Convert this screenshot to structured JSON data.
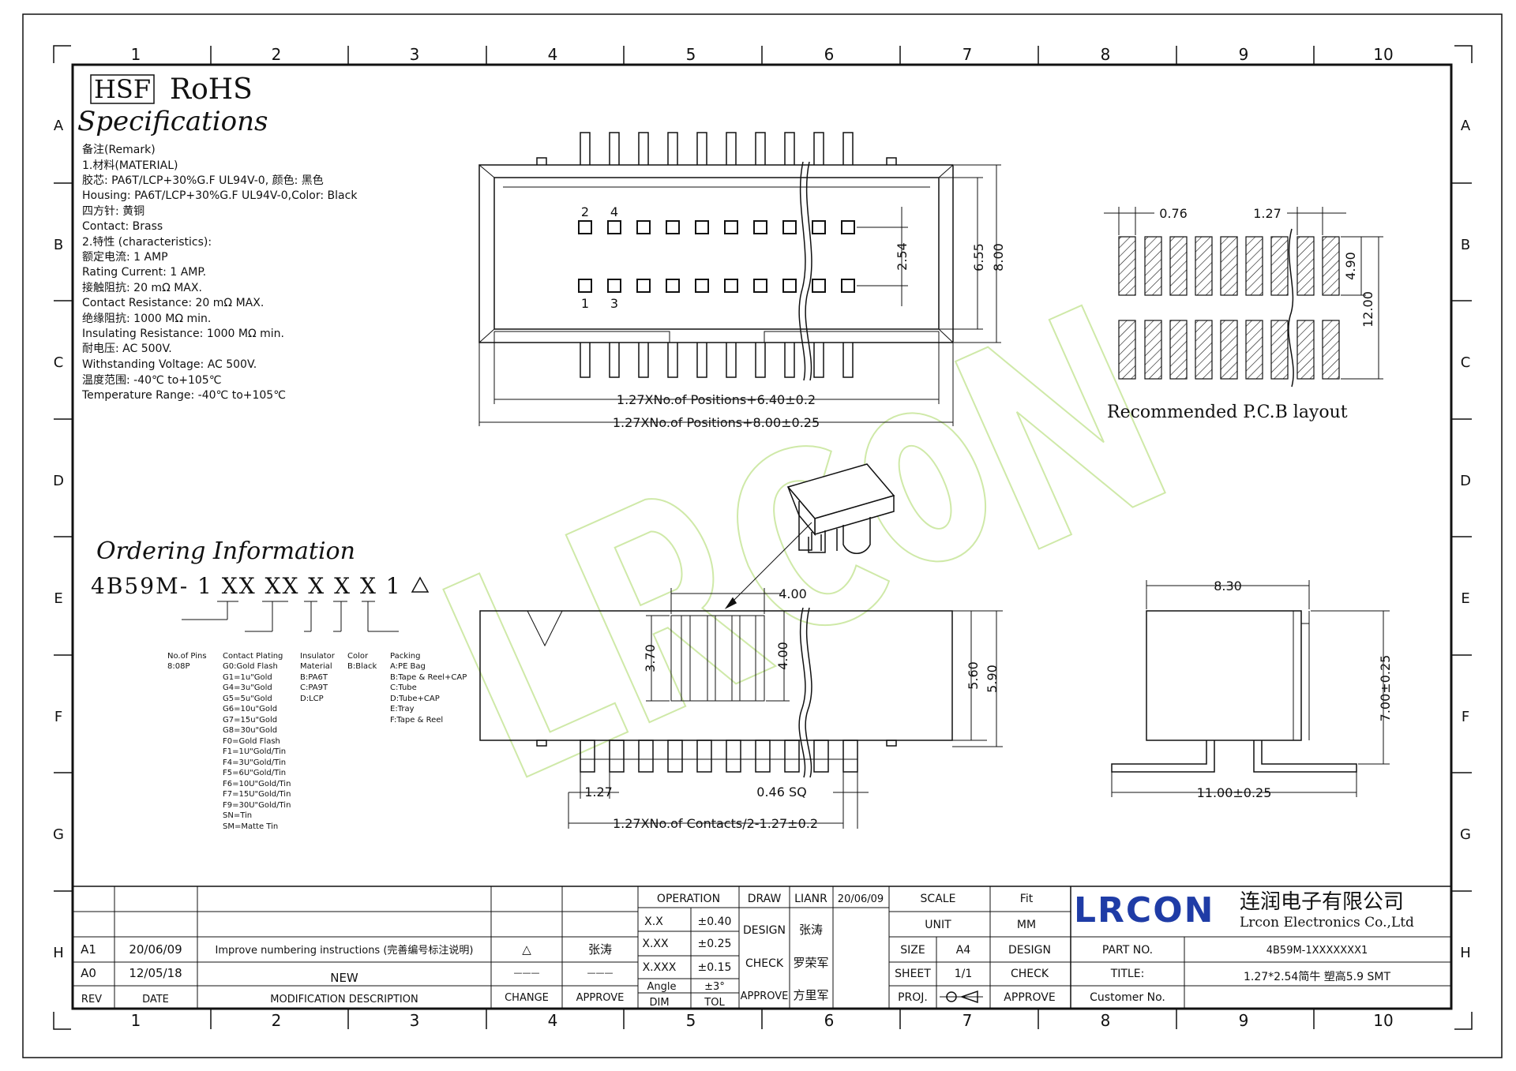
{
  "frame": {
    "columns": [
      "1",
      "2",
      "3",
      "4",
      "5",
      "6",
      "7",
      "8",
      "9",
      "10"
    ],
    "rows": [
      "A",
      "B",
      "C",
      "D",
      "E",
      "F",
      "G",
      "H"
    ]
  },
  "header": {
    "hsf": "HSF",
    "rohs": "RoHS",
    "spec_title": "Specifications"
  },
  "specs": [
    "备注(Remark)",
    "1.材料(MATERIAL)",
    "胶芯: PA6T/LCP+30%G.F UL94V-0, 颜色: 黑色",
    "Housing: PA6T/LCP+30%G.F UL94V-0,Color: Black",
    "四方针: 黄铜",
    "Contact: Brass",
    "2.特性 (characteristics):",
    "额定电流: 1 AMP",
    "Rating Current: 1 AMP.",
    "接触阻抗: 20 mΩ MAX.",
    "Contact Resistance: 20 mΩ MAX.",
    "绝缘阻抗: 1000 MΩ min.",
    "Insulating Resistance: 1000 MΩ  min.",
    "耐电压: AC 500V.",
    "Withstanding Voltage: AC 500V.",
    "温度范围: -40℃ to+105℃",
    "Temperature Range: -40℃ to+105℃"
  ],
  "top_view": {
    "pin_labels_top": [
      "2",
      "4"
    ],
    "pin_labels_bottom": [
      "1",
      "3"
    ],
    "dim_row_pitch": "2.54",
    "dim_inner": "6.55",
    "dim_outer": "8.00",
    "dim_len_inner": "1.27XNo.of Positions+6.40±0.2",
    "dim_len_outer": "1.27XNo.of Positions+8.00±0.25"
  },
  "pcb_layout": {
    "dim_pad_width": "0.76",
    "dim_pitch": "1.27",
    "dim_pad_length": "4.90",
    "dim_span": "12.00",
    "caption": "Recommended P.C.B layout"
  },
  "ordering": {
    "title": "Ordering Information",
    "part_code": "4B59M- 1 XX XX X X X 1",
    "legend_pins": [
      "No.of Pins",
      "8:08P"
    ],
    "legend_plating": [
      "Contact Plating",
      "G0:Gold Flash",
      "G1=1u\"Gold",
      "G4=3u\"Gold",
      "G5=5u\"Gold",
      "G6=10u\"Gold",
      "G7=15u\"Gold",
      "G8=30u\"Gold",
      "F0=Gold Flash",
      "F1=1U\"Gold/Tin",
      "F4=3U\"Gold/Tin",
      "F5=6U\"Gold/Tin",
      "F6=10U\"Gold/Tin",
      "F7=15U\"Gold/Tin",
      "F9=30U\"Gold/Tin",
      "SN=Tin",
      "SM=Matte Tin"
    ],
    "legend_insulator": [
      "Insulator",
      "Material",
      "B:PA6T",
      "C:PA9T",
      "D:LCP"
    ],
    "legend_color": [
      "Color",
      "B:Black"
    ],
    "legend_packing": [
      "Packing",
      "A:PE Bag",
      "B:Tape & Reel+CAP",
      "C:Tube",
      "D:Tube+CAP",
      "E:Tray",
      "F:Tape & Reel"
    ]
  },
  "front_view": {
    "dim_cap_width": "4.00",
    "dim_3_70": "3.70",
    "dim_4_00": "4.00",
    "dim_5_60": "5.60",
    "dim_5_90": "5.90",
    "dim_pitch": "1.27",
    "dim_pin_sq": "0.46 SQ",
    "dim_len": "1.27XNo.of Contacts/2-1.27±0.2"
  },
  "side_view": {
    "dim_top": "8.30",
    "dim_height": "7.00±0.25",
    "dim_bottom": "11.00±0.25"
  },
  "title_block": {
    "rev_rows": [
      {
        "rev": "A1",
        "date": "20/06/09",
        "desc": "Improve numbering instructions (完善编号标注说明)",
        "change": "△",
        "approve": "张涛"
      },
      {
        "rev": "A0",
        "date": "12/05/18",
        "desc": "NEW",
        "change": "———",
        "approve": "———"
      }
    ],
    "rev_header": {
      "rev": "REV",
      "date": "DATE",
      "desc": "MODIFICATION DESCRIPTION",
      "change": "CHANGE",
      "approve": "APPROVE"
    },
    "operation": "OPERATION",
    "tolerances": [
      {
        "label": "X.X",
        "value": "±0.40"
      },
      {
        "label": "X.XX",
        "value": "±0.25"
      },
      {
        "label": "X.XXX",
        "value": "±0.15"
      },
      {
        "label": "Angle",
        "value": "±3°"
      }
    ],
    "dim": "DIM",
    "tol": "TOL",
    "draw": "DRAW",
    "draw_name": "LIANR",
    "draw_date": "20/06/09",
    "design": "DESIGN",
    "design_name": "张涛",
    "check": "CHECK",
    "check_name": "罗荣军",
    "approve": "APPROVE",
    "approve_name": "方里军",
    "scale": "SCALE",
    "scale_val": "Fit",
    "unit": "UNIT",
    "unit_val": "MM",
    "size": "SIZE",
    "size_val": "A4",
    "sheet": "SHEET",
    "sheet_val": "1/1",
    "proj": "PROJ.",
    "design2": "DESIGN",
    "check2": "CHECK",
    "approve2": "APPROVE",
    "company_logo": "LRCON",
    "company_cn": "连润电子有限公司",
    "company_en": "Lrcon Electronics Co.,Ltd",
    "part_no_label": "PART NO.",
    "part_no": "4B59M-1XXXXXXX1",
    "title_label": "TITLE:",
    "title_val": "1.27*2.54简牛 塑高5.9 SMT",
    "customer_label": "Customer No.",
    "customer_val": ""
  }
}
